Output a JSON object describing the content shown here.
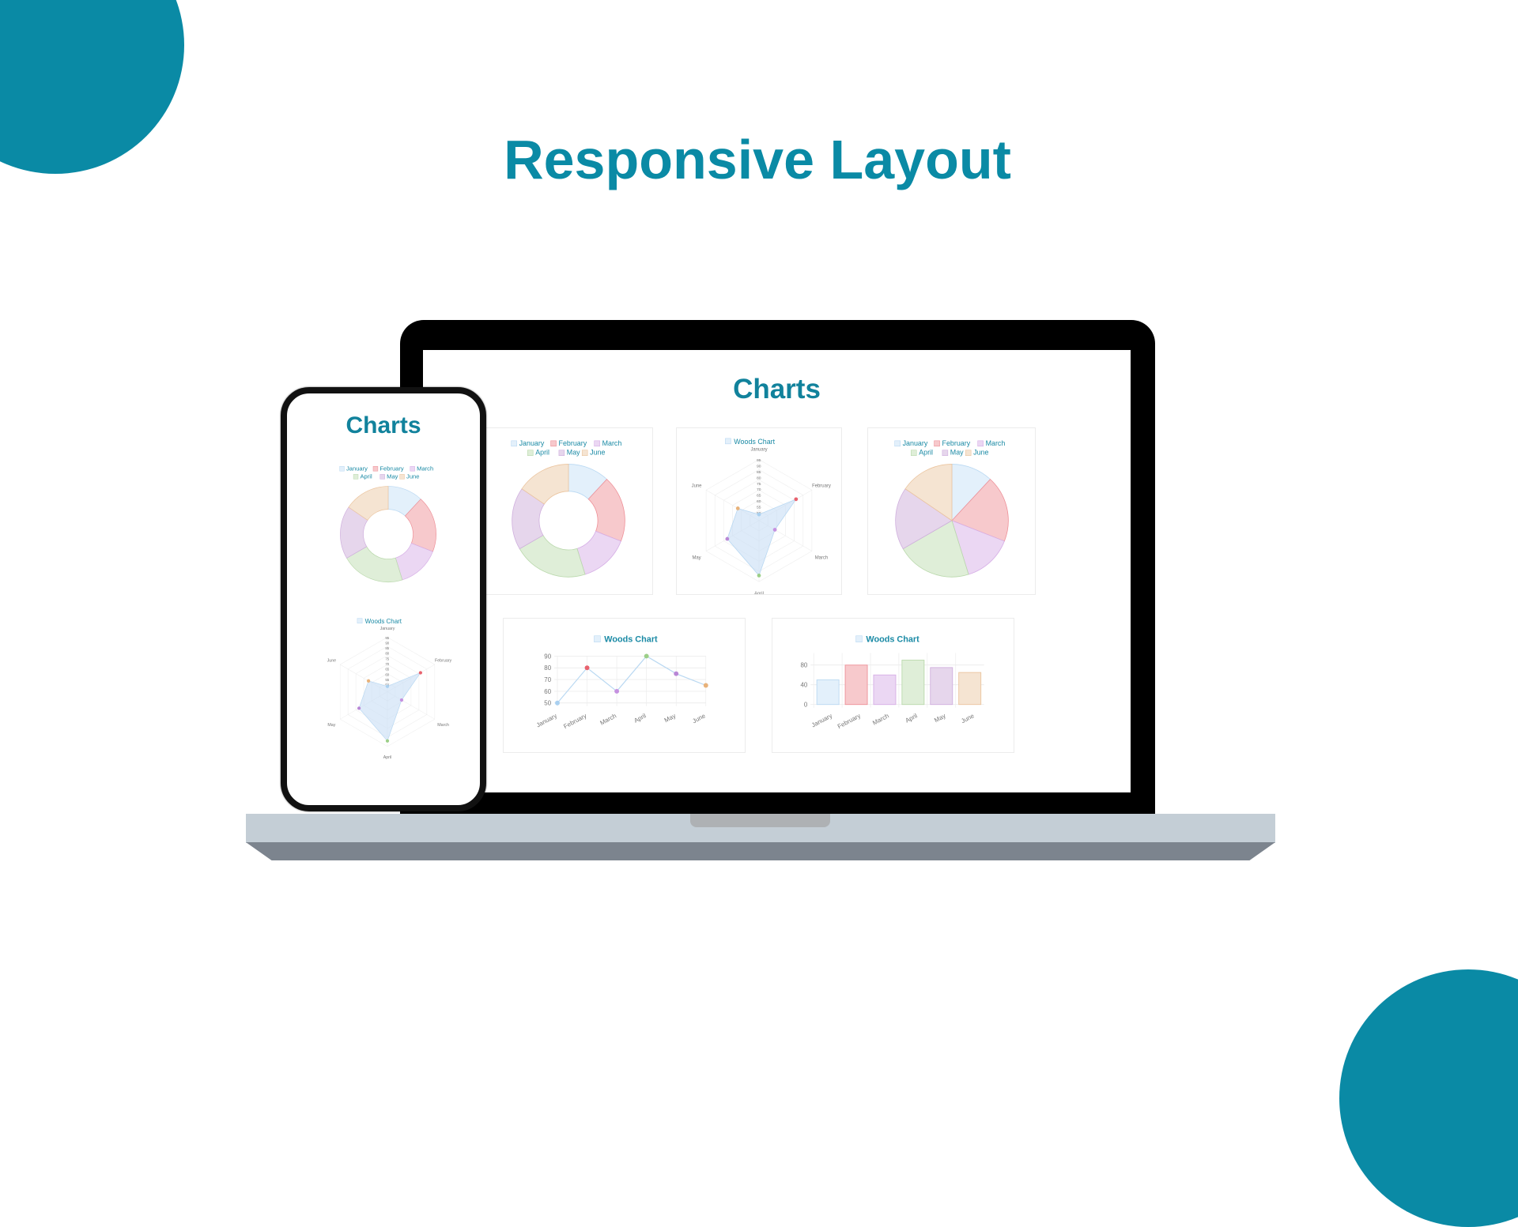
{
  "headline": "Responsive Layout",
  "colors": {
    "accent": "#0a8aa5",
    "laptop_bezel": "#000000",
    "laptop_base": "#c4ced6",
    "laptop_base_shadow": "#7c848e"
  },
  "laptop": {
    "screen_title": "Charts",
    "cards": [
      {
        "type": "doughnut",
        "legend": [
          "January",
          "February",
          "March",
          "April",
          "May",
          "June"
        ]
      },
      {
        "type": "radar",
        "title": "Woods Chart",
        "axis_labels": [
          "January",
          "February",
          "March",
          "April",
          "May",
          "June"
        ]
      },
      {
        "type": "pie",
        "legend": [
          "January",
          "February",
          "March",
          "April",
          "May",
          "June"
        ]
      },
      {
        "type": "line",
        "title": "Woods Chart",
        "y_ticks": [
          "90",
          "80",
          "70",
          "60",
          "50"
        ],
        "x_labels": [
          "January",
          "February",
          "March",
          "April",
          "May",
          "June"
        ]
      },
      {
        "type": "bar",
        "title": "Woods Chart",
        "y_ticks": [
          "80",
          "40",
          "0"
        ],
        "x_labels": [
          "January",
          "February",
          "March",
          "April",
          "May",
          "June"
        ]
      }
    ]
  },
  "phone": {
    "screen_title": "Charts",
    "cards": [
      {
        "type": "doughnut",
        "legend": [
          "January",
          "February",
          "March",
          "April",
          "May",
          "June"
        ]
      },
      {
        "type": "radar",
        "title": "Woods Chart",
        "axis_labels": [
          "January",
          "February",
          "March",
          "April",
          "May",
          "June"
        ]
      }
    ]
  },
  "chart_data": [
    {
      "type": "pie",
      "variant": "doughnut",
      "title": "",
      "categories": [
        "January",
        "February",
        "March",
        "April",
        "May",
        "June"
      ],
      "values": [
        50,
        80,
        60,
        90,
        75,
        65
      ],
      "colors": [
        "#e3f0fb",
        "#f7c9cc",
        "#ebd7f3",
        "#dfeed8",
        "#e6d6ec",
        "#f5e4d2"
      ],
      "legend_position": "top"
    },
    {
      "type": "radar",
      "title": "Woods Chart",
      "categories": [
        "January",
        "February",
        "March",
        "April",
        "May",
        "June"
      ],
      "series": [
        {
          "name": "Woods Chart",
          "values": [
            50,
            80,
            60,
            90,
            75,
            65
          ]
        }
      ],
      "range": [
        45,
        95
      ]
    },
    {
      "type": "pie",
      "title": "",
      "categories": [
        "January",
        "February",
        "March",
        "April",
        "May",
        "June"
      ],
      "values": [
        50,
        80,
        60,
        90,
        75,
        65
      ],
      "legend_position": "top"
    },
    {
      "type": "line",
      "title": "Woods Chart",
      "categories": [
        "January",
        "February",
        "March",
        "April",
        "May",
        "June"
      ],
      "series": [
        {
          "name": "Woods Chart",
          "values": [
            50,
            80,
            60,
            90,
            75,
            65
          ]
        }
      ],
      "ylim": [
        50,
        90
      ],
      "y_ticks": [
        50,
        60,
        70,
        80,
        90
      ],
      "grid": true
    },
    {
      "type": "bar",
      "title": "Woods Chart",
      "categories": [
        "January",
        "February",
        "March",
        "April",
        "May",
        "June"
      ],
      "values": [
        50,
        80,
        60,
        90,
        75,
        65
      ],
      "ylim": [
        0,
        95
      ],
      "y_ticks": [
        0,
        40,
        80
      ],
      "grid": true
    }
  ]
}
